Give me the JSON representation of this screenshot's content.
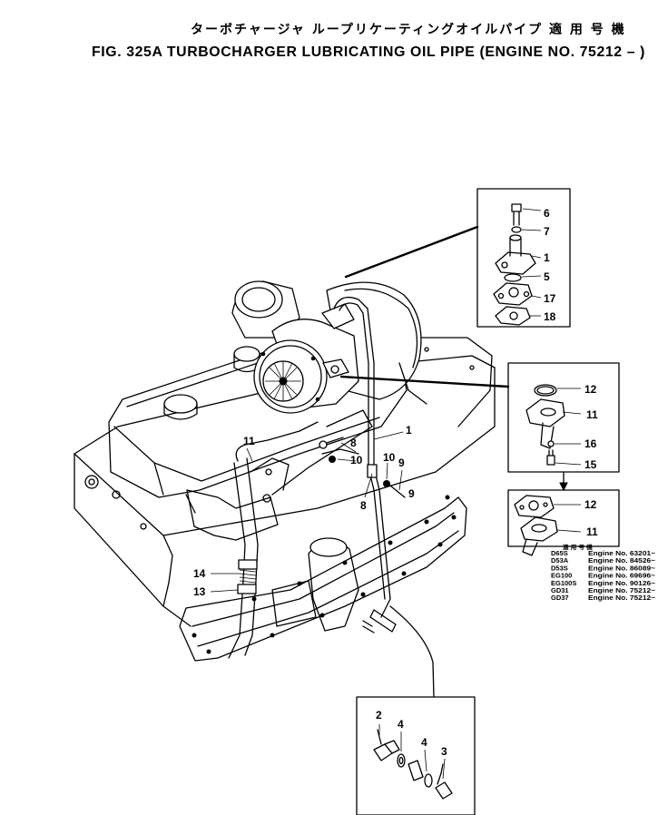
{
  "title": {
    "japanese": "ターボチャージャ ループリケーティングオイルパイプ 適 用 号 機",
    "english": "FIG. 325A  TURBOCHARGER LUBRICATING OIL PIPE (ENGINE NO. 75212 – )"
  },
  "callouts": {
    "n1": "1",
    "n2": "2",
    "n3": "3",
    "n4": "4",
    "n5": "5",
    "n6": "6",
    "n7": "7",
    "n8": "8",
    "n9": "9",
    "n10": "10",
    "n11": "11",
    "n12": "12",
    "n13": "13",
    "n14": "14",
    "n15": "15",
    "n16": "16",
    "n17": "17",
    "n18": "18"
  },
  "applicability_table": {
    "header": "適 用 号 機",
    "rows": [
      {
        "model": "D65S",
        "engine": "Engine No. 63201~"
      },
      {
        "model": "D53A",
        "engine": "Engine No. 84526~"
      },
      {
        "model": "D53S",
        "engine": "Engine No. 86089~"
      },
      {
        "model": "EG100",
        "engine": "Engine No. 69696~"
      },
      {
        "model": "EG100S",
        "engine": "Engine No. 90126~"
      },
      {
        "model": "GD31",
        "engine": "Engine No. 75212~"
      },
      {
        "model": "GD37",
        "engine": "Engine No. 75212~"
      }
    ]
  }
}
